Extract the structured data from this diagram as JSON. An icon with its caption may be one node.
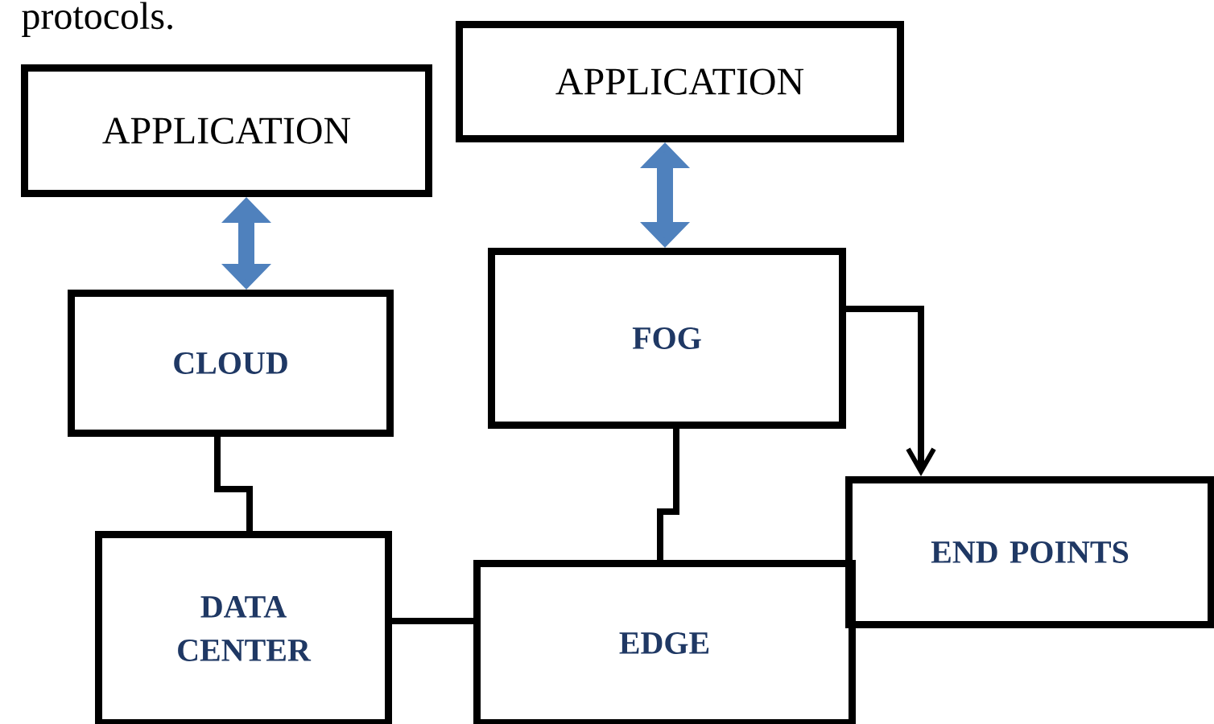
{
  "diagram": {
    "nodes": [
      {
        "text": [
          "APPLICATION"
        ]
      },
      {
        "text": [
          "APPLICATION"
        ]
      },
      {
        "text": [
          "CLOUD"
        ]
      },
      {
        "text": [
          "FOG"
        ]
      },
      {
        "text": [
          "DATA CENTER"
        ]
      },
      {
        "text": [
          "EDGE"
        ]
      },
      {
        "text": [
          "END POINTS"
        ]
      }
    ],
    "edges": [
      {
        "from": 0,
        "to": 2,
        "arrow": "both",
        "style": "thick",
        "color": "#4f81bd"
      },
      {
        "from": 1,
        "to": 3,
        "arrow": "both",
        "style": "thick",
        "color": "#4f81bd"
      },
      {
        "from": 2,
        "to": 4,
        "arrow": "none"
      },
      {
        "from": 3,
        "to": 5,
        "arrow": "none"
      },
      {
        "from": 4,
        "to": 5,
        "arrow": "none"
      },
      {
        "from": 3,
        "to": 6,
        "arrow": "to"
      }
    ],
    "labels": [
      "protocols."
    ]
  }
}
